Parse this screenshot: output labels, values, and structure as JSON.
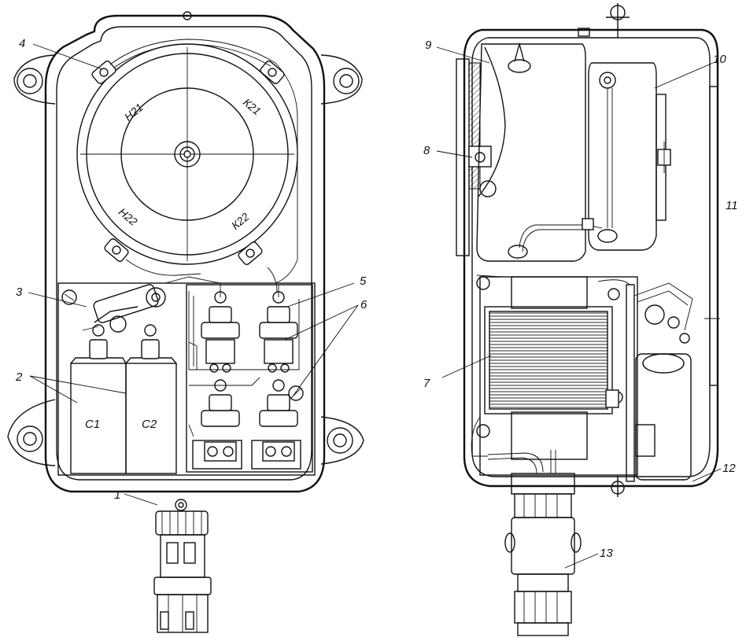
{
  "callouts": {
    "c1": "1",
    "c2": "2",
    "c3": "3",
    "c4": "4",
    "c5": "5",
    "c6": "6",
    "c7": "7",
    "c8": "8",
    "c9": "9",
    "c10": "10",
    "c11": "11",
    "c12": "12",
    "c13": "13"
  },
  "coil_tags": {
    "top_left": "Н21",
    "top_right": "К21",
    "bottom_left": "Н22",
    "bottom_right": "К22"
  },
  "capacitors": {
    "left": "С1",
    "right": "С2"
  }
}
